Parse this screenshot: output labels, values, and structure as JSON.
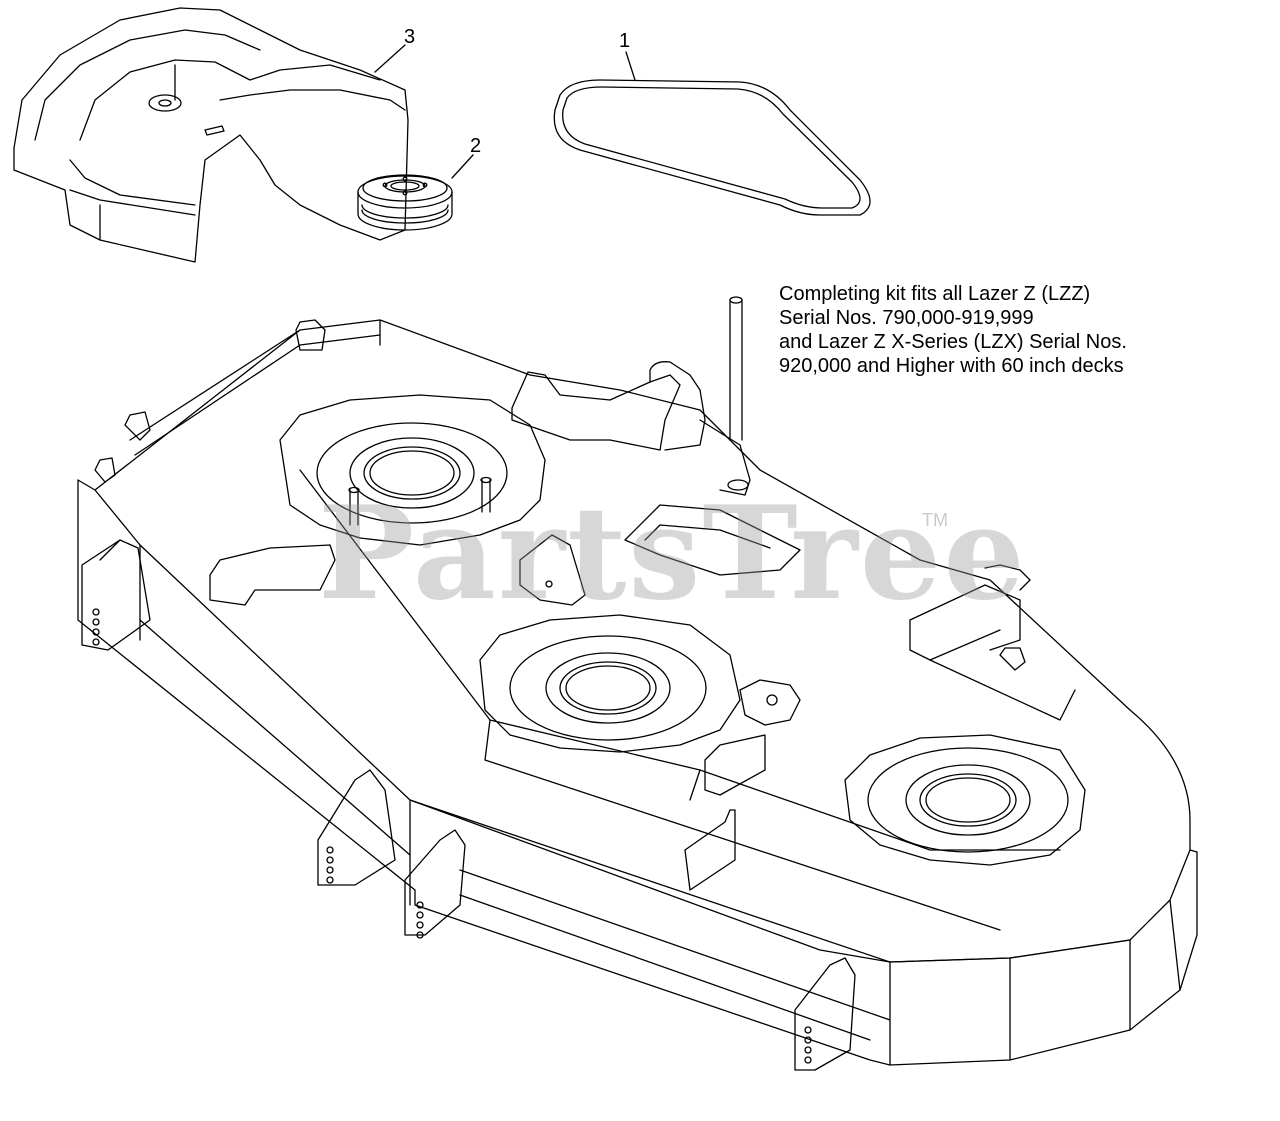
{
  "callouts": {
    "one": "1",
    "two": "2",
    "three": "3"
  },
  "note": {
    "lines": [
      "Completing kit fits all Lazer Z (LZZ)",
      "Serial Nos. 790,000-919,999",
      "and Lazer Z X-Series (LZX) Serial Nos.",
      "920,000 and Higher with 60 inch decks"
    ]
  },
  "watermark": {
    "text": "PartsTree",
    "trademark": "TM"
  },
  "colors": {
    "line": "#000000",
    "background": "#ffffff",
    "watermark": "#969696"
  }
}
